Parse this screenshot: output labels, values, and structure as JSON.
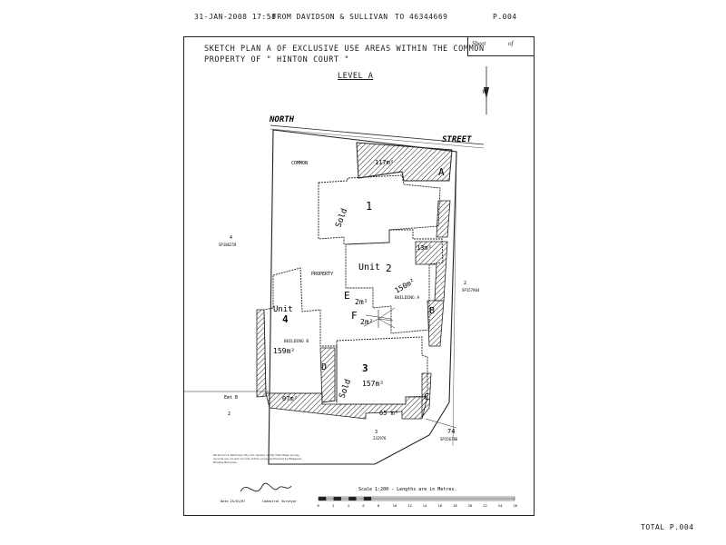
{
  "fax_header": {
    "date_time": "31-JAN-2008  17:58",
    "from": "FROM DAVIDSON & SULLIVAN",
    "to": "TO  46344669",
    "page": "P.004"
  },
  "document": {
    "title_line1": "SKETCH PLAN A OF EXCLUSIVE USE AREAS WITHIN THE COMMON",
    "title_line2": "PROPERTY OF \" HINTON COURT \"",
    "sheet_label": "Sheet",
    "sheet_of": "of",
    "level": "LEVEL A"
  },
  "plan": {
    "street_left": "NORTH",
    "street_right": "STREET",
    "common_label": "COMMON",
    "property_label": "PROPERTY",
    "areas": {
      "A": "A",
      "B": "B",
      "C": "C",
      "D": "D",
      "E": "E",
      "F": "F",
      "area_a": "117m²",
      "area_top_right": "13m²",
      "area_bottom_left": "07m²",
      "area_bottom": "65 m²",
      "area_e": "2m²",
      "area_f": "2m²"
    },
    "units": {
      "unit1": "1",
      "unit1_status": "Sold",
      "unit2_word": "Unit",
      "unit2": "2",
      "unit2_area": "150m²",
      "building_a": "BUILDING A",
      "unit4_word": "Unit",
      "unit4": "4",
      "building_b": "BUILDING B",
      "unit4_area": "159m²",
      "unit3": "3",
      "unit3_status": "Sold",
      "unit3_area": "157m²"
    },
    "lots": {
      "lot4": "4",
      "lot4_sp": "SP186259",
      "lot2": "2",
      "lot2_sp": "SP157904",
      "lot2b": "2",
      "lot3": "3",
      "lot3_sp": "232976",
      "lot74": "74",
      "lot74_sp": "SP156786",
      "emt": "Emt B"
    },
    "scale_text": "Scale 1:200 - Lengths are in Metres.",
    "scale_ticks": [
      "0",
      "2",
      "4",
      "6",
      "8",
      "10",
      "12",
      "14",
      "16",
      "18",
      "20",
      "22",
      "24",
      "26"
    ],
    "notes": "Parkinson & Parkinson Pty Ltd, hereby certify that these survey records are correct records of the survey performed by Bhagwan Bhaktie Bohnahe.",
    "surveyor_label": "Cadastral Surveyor",
    "date_label": "Date 25/01/07"
  },
  "fax_footer": {
    "total": "TOTAL P.004"
  }
}
